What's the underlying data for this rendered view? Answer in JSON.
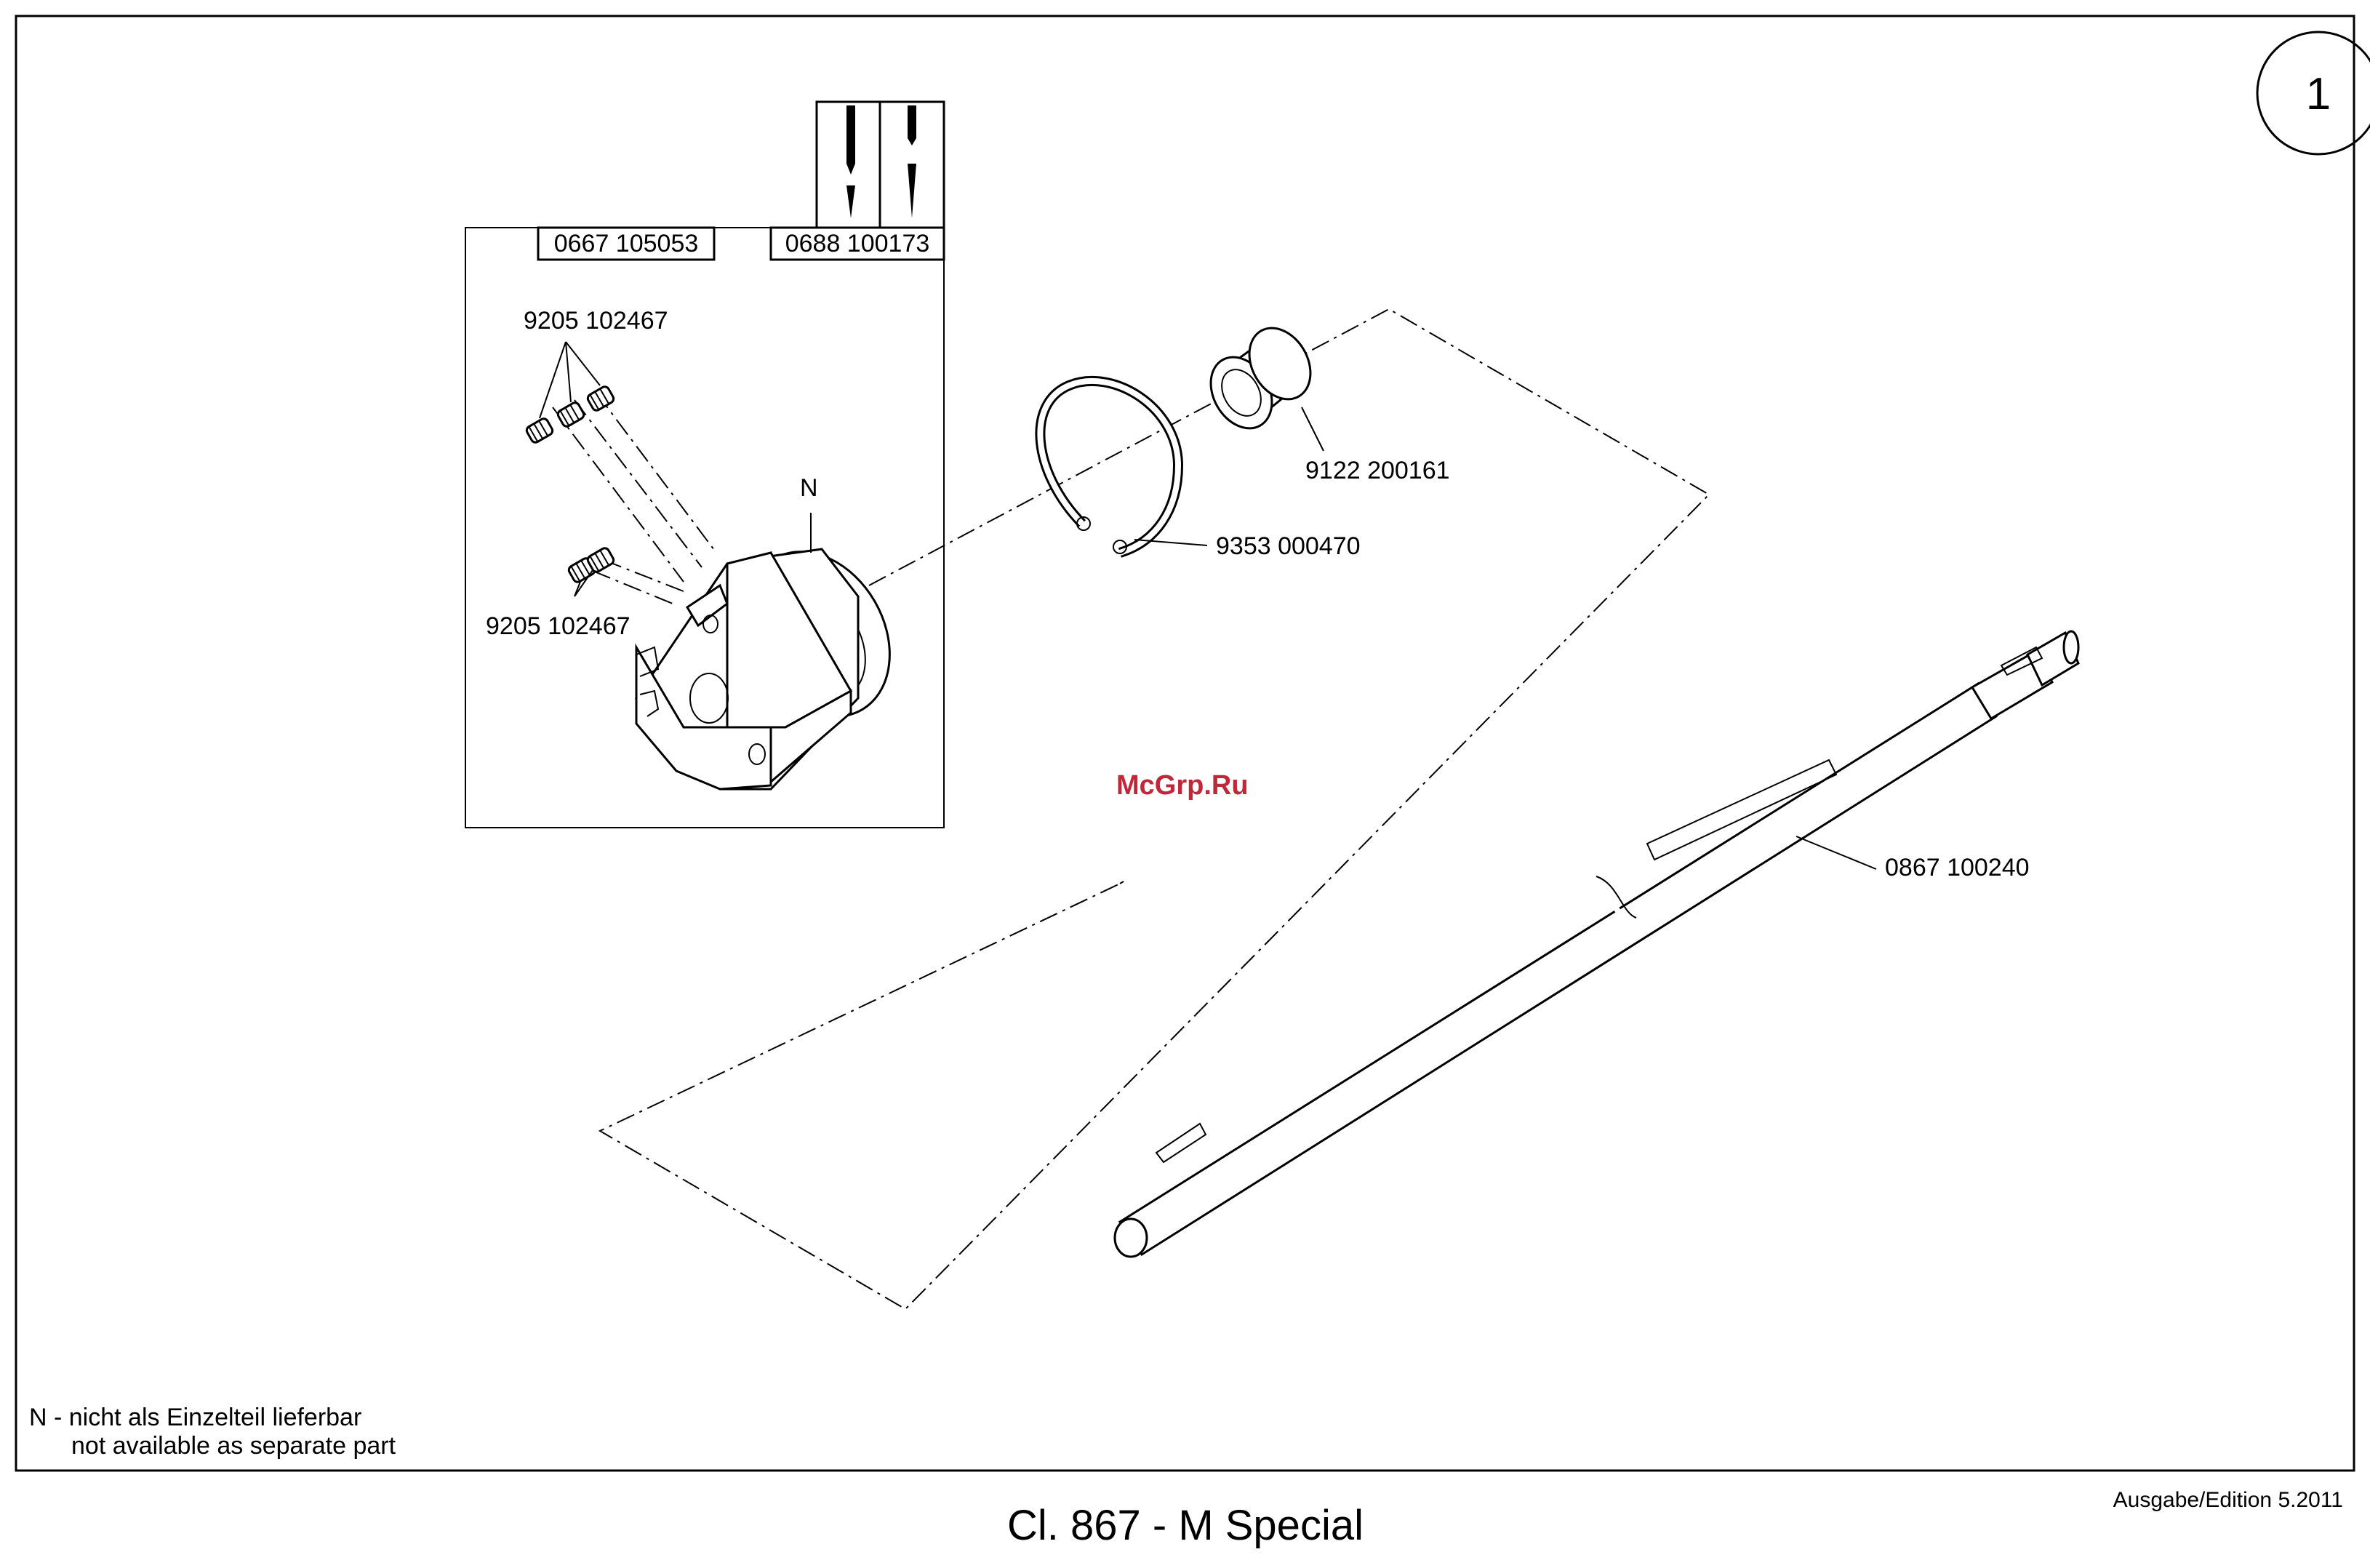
{
  "sheet_number": "1",
  "title": "Cl. 867 - M Special",
  "edition": "Ausgabe/Edition  5.2011",
  "watermark": "McGrp.Ru",
  "note": {
    "line1": "N - nicht als Einzelteil lieferbar",
    "line2": "not available as separate part"
  },
  "kit_labels": {
    "left": "0667 105053",
    "right": "0688 100173"
  },
  "part_labels": {
    "screws_top": "9205 102467",
    "screws_bottom": "9205 102467",
    "n_marker": "N",
    "bushing": "9122 200161",
    "retaining_ring": "9353 000470",
    "shaft": "0867 100240"
  }
}
